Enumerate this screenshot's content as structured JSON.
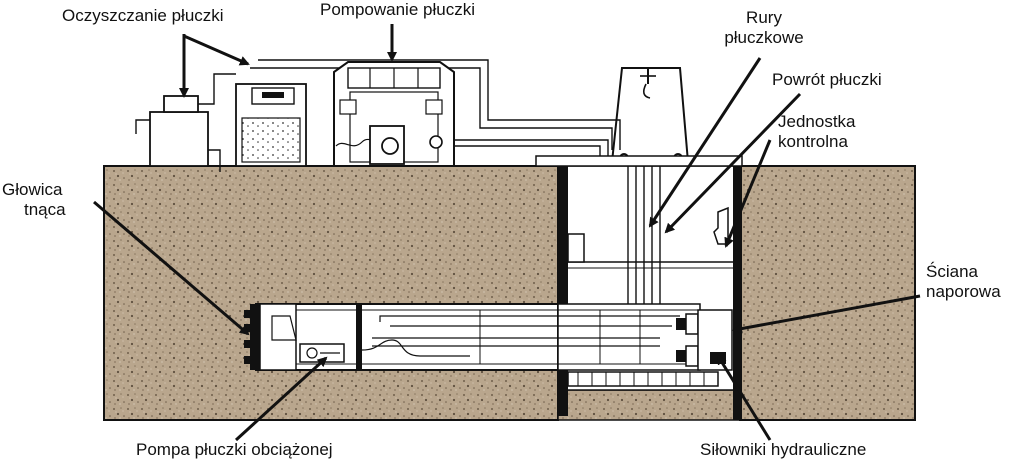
{
  "labels": {
    "cleaning": "Oczyszczanie płuczki",
    "pumping": "Pompowanie płuczki",
    "pipes_line1": "Rury",
    "pipes_line2": "płuczkowe",
    "return": "Powrót płuczki",
    "control_line1": "Jednostka",
    "control_line2": "kontrolna",
    "head_line1": "Głowica",
    "head_line2": "tnąca",
    "wall_line1": "Ściana",
    "wall_line2": "naporowa",
    "pump": "Pompa płuczki obciążonej",
    "cylinders": "Siłowniki hydrauliczne"
  },
  "colors": {
    "soil": "#b9a68d",
    "soil_dark": "#6f5e4b",
    "line": "#111111",
    "fill": "#ffffff"
  }
}
